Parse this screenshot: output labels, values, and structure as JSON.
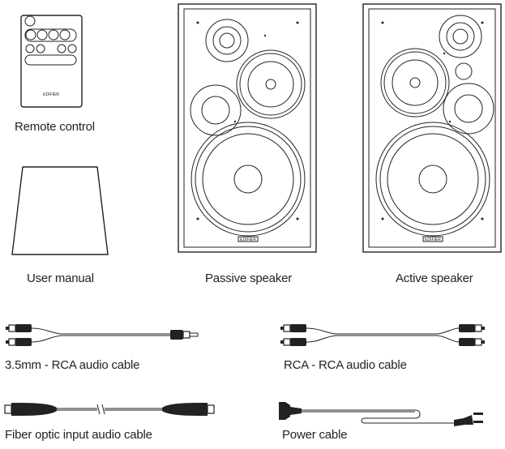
{
  "items": {
    "remote": {
      "label": "Remote control",
      "brand": "EDIFIER",
      "icon": "remote-control-icon"
    },
    "manual": {
      "label": "User manual",
      "icon": "manual-booklet-icon"
    },
    "passive": {
      "label": "Passive speaker",
      "brand": "EDIFIER",
      "icon": "speaker-icon"
    },
    "active": {
      "label": "Active speaker",
      "brand": "EDIFIER",
      "icon": "speaker-icon"
    },
    "cable_35_rca": {
      "label": "3.5mm - RCA audio cable",
      "icon": "rca-cable-icon"
    },
    "cable_rca_rca": {
      "label": "RCA - RCA audio cable",
      "icon": "rca-cable-icon"
    },
    "cable_optical": {
      "label": "Fiber optic input audio cable",
      "icon": "optical-cable-icon"
    },
    "cable_power": {
      "label": "Power cable",
      "icon": "power-cable-icon"
    }
  },
  "colors": {
    "line": "#222222",
    "background": "#ffffff"
  }
}
